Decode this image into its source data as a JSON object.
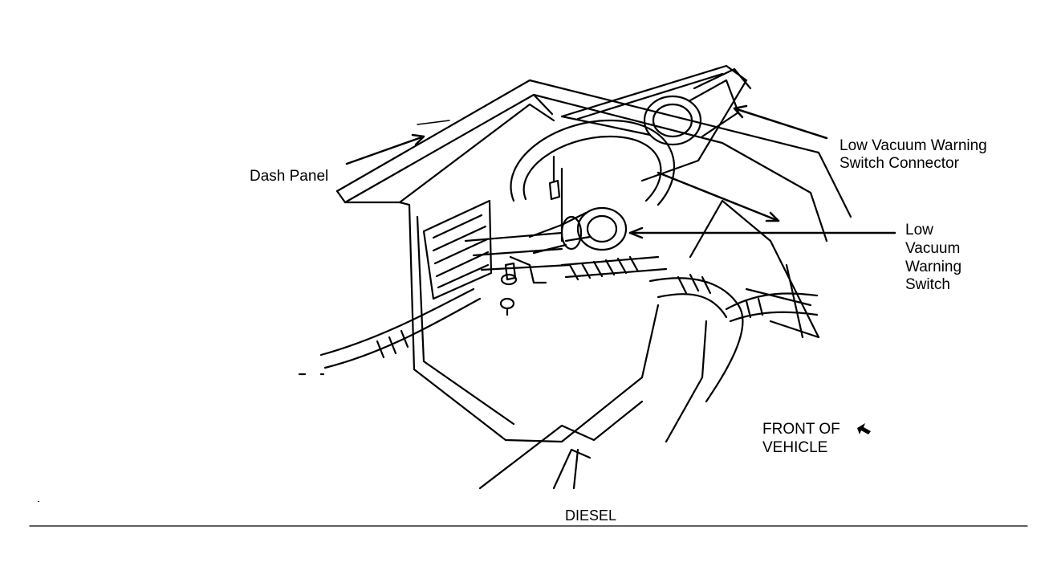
{
  "labels": {
    "dash_panel": "Dash Panel",
    "connector_line1": "Low Vacuum Warning",
    "connector_line2": "Switch Connector",
    "switch_line1": "Low",
    "switch_line2": "Vacuum",
    "switch_line3": "Warning",
    "switch_line4": "Switch",
    "front_line1": "FRONT OF",
    "front_line2": "VEHICLE"
  },
  "caption": "DIESEL",
  "icons": {
    "front_direction": "arrow-up-left-icon"
  },
  "colors": {
    "ink": "#000000",
    "paper": "#ffffff"
  }
}
